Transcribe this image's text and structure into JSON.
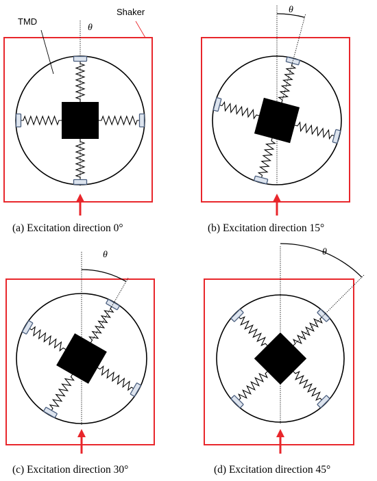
{
  "labels": {
    "tmd": "TMD",
    "shaker": "Shaker",
    "angle_symbol": "θ"
  },
  "panels": [
    {
      "id": "a",
      "caption": "(a) Excitation direction 0°",
      "angle_deg": 0
    },
    {
      "id": "b",
      "caption": "(b) Excitation direction 15°",
      "angle_deg": 15
    },
    {
      "id": "c",
      "caption": "(c) Excitation direction 30°",
      "angle_deg": 30
    },
    {
      "id": "d",
      "caption": "(d) Excitation direction 45°",
      "angle_deg": 45
    }
  ],
  "colors": {
    "shaker_frame": "#e8262b",
    "arrow": "#e8262b",
    "mass": "#000000",
    "spring": "#000000",
    "mount_fill": "#dde4ee",
    "mount_stroke": "#4a5e7e"
  }
}
